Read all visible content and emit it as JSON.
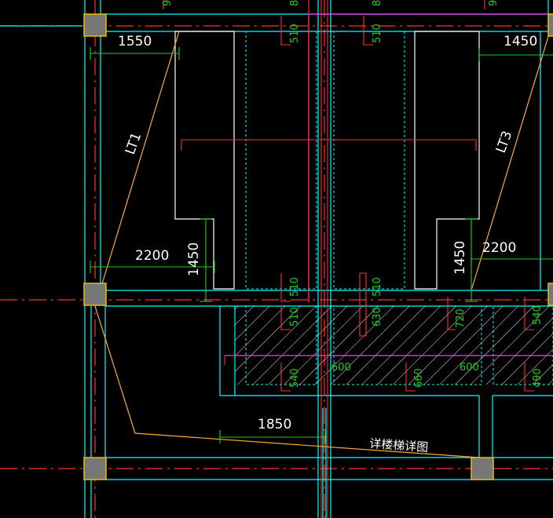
{
  "colors": {
    "background": "#000000",
    "cyan": "#00ffff",
    "red": "#ff3030",
    "green": "#22cc22",
    "white": "#ffffff",
    "orange": "#ffaa33",
    "magenta": "#ff33ff",
    "column_fill": "#777777",
    "column_border": "#e8c000"
  },
  "dimensions": {
    "top_left_width": "1550",
    "top_right_width": "1450",
    "mid_left_width": "2200",
    "mid_right_width": "2200",
    "left_height": "1450",
    "right_height": "1450",
    "bottom_width": "1850",
    "bay_600_a": "600",
    "bay_600_b": "600"
  },
  "labels": {
    "stair_lt1": "LT1",
    "stair_lt3": "LT3",
    "detail_note": "详楼梯详图",
    "top_partial_a": "9",
    "top_partial_b": "8",
    "top_partial_c": "8",
    "top_partial_d": "9"
  },
  "slab_tags": {
    "t510_a": "510",
    "t510_b": "510",
    "t510_c": "510",
    "t510_d": "510",
    "t510_e": "510",
    "t630": "630",
    "t720": "720",
    "t540_a": "540",
    "t540_b": "540",
    "t660": "660",
    "t490": "490"
  }
}
